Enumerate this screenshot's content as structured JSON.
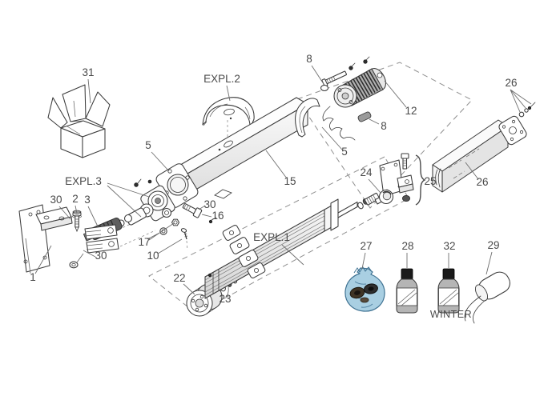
{
  "diagram": {
    "colors": {
      "background": "#ffffff",
      "line": "#3a3a3a",
      "label": "#4a4a4a",
      "leader": "#6e6e6e",
      "dashed": "#8f8f8f",
      "bag_blue": "#a9cfe2",
      "bag_outline": "#3f7292",
      "bottle_gray": "#b5b5b5",
      "cap_black": "#1a1a1a",
      "motor_gray": "#b0b0b0",
      "spindle_dark": "#5f5f5f"
    },
    "labels": [
      {
        "id": "31",
        "text": "31"
      },
      {
        "id": "expl2",
        "text": "EXPL.2"
      },
      {
        "id": "8a",
        "text": "8"
      },
      {
        "id": "12",
        "text": "12"
      },
      {
        "id": "8b",
        "text": "8"
      },
      {
        "id": "26a",
        "text": "26"
      },
      {
        "id": "5a",
        "text": "5"
      },
      {
        "id": "15",
        "text": "15"
      },
      {
        "id": "5b",
        "text": "5"
      },
      {
        "id": "expl3",
        "text": "EXPL.3"
      },
      {
        "id": "30a",
        "text": "30"
      },
      {
        "id": "2",
        "text": "2"
      },
      {
        "id": "3",
        "text": "3"
      },
      {
        "id": "30b",
        "text": "30"
      },
      {
        "id": "30c",
        "text": "30"
      },
      {
        "id": "16",
        "text": "16"
      },
      {
        "id": "24",
        "text": "24"
      },
      {
        "id": "25",
        "text": "25"
      },
      {
        "id": "26b",
        "text": "26"
      },
      {
        "id": "17",
        "text": "17"
      },
      {
        "id": "10",
        "text": "10"
      },
      {
        "id": "1",
        "text": "1"
      },
      {
        "id": "22",
        "text": "22"
      },
      {
        "id": "23",
        "text": "23"
      },
      {
        "id": "expl1",
        "text": "EXPL.1"
      },
      {
        "id": "27",
        "text": "27"
      },
      {
        "id": "28",
        "text": "28"
      },
      {
        "id": "32",
        "text": "32"
      },
      {
        "id": "29",
        "text": "29"
      },
      {
        "id": "winter",
        "text": "WINTER"
      }
    ]
  }
}
